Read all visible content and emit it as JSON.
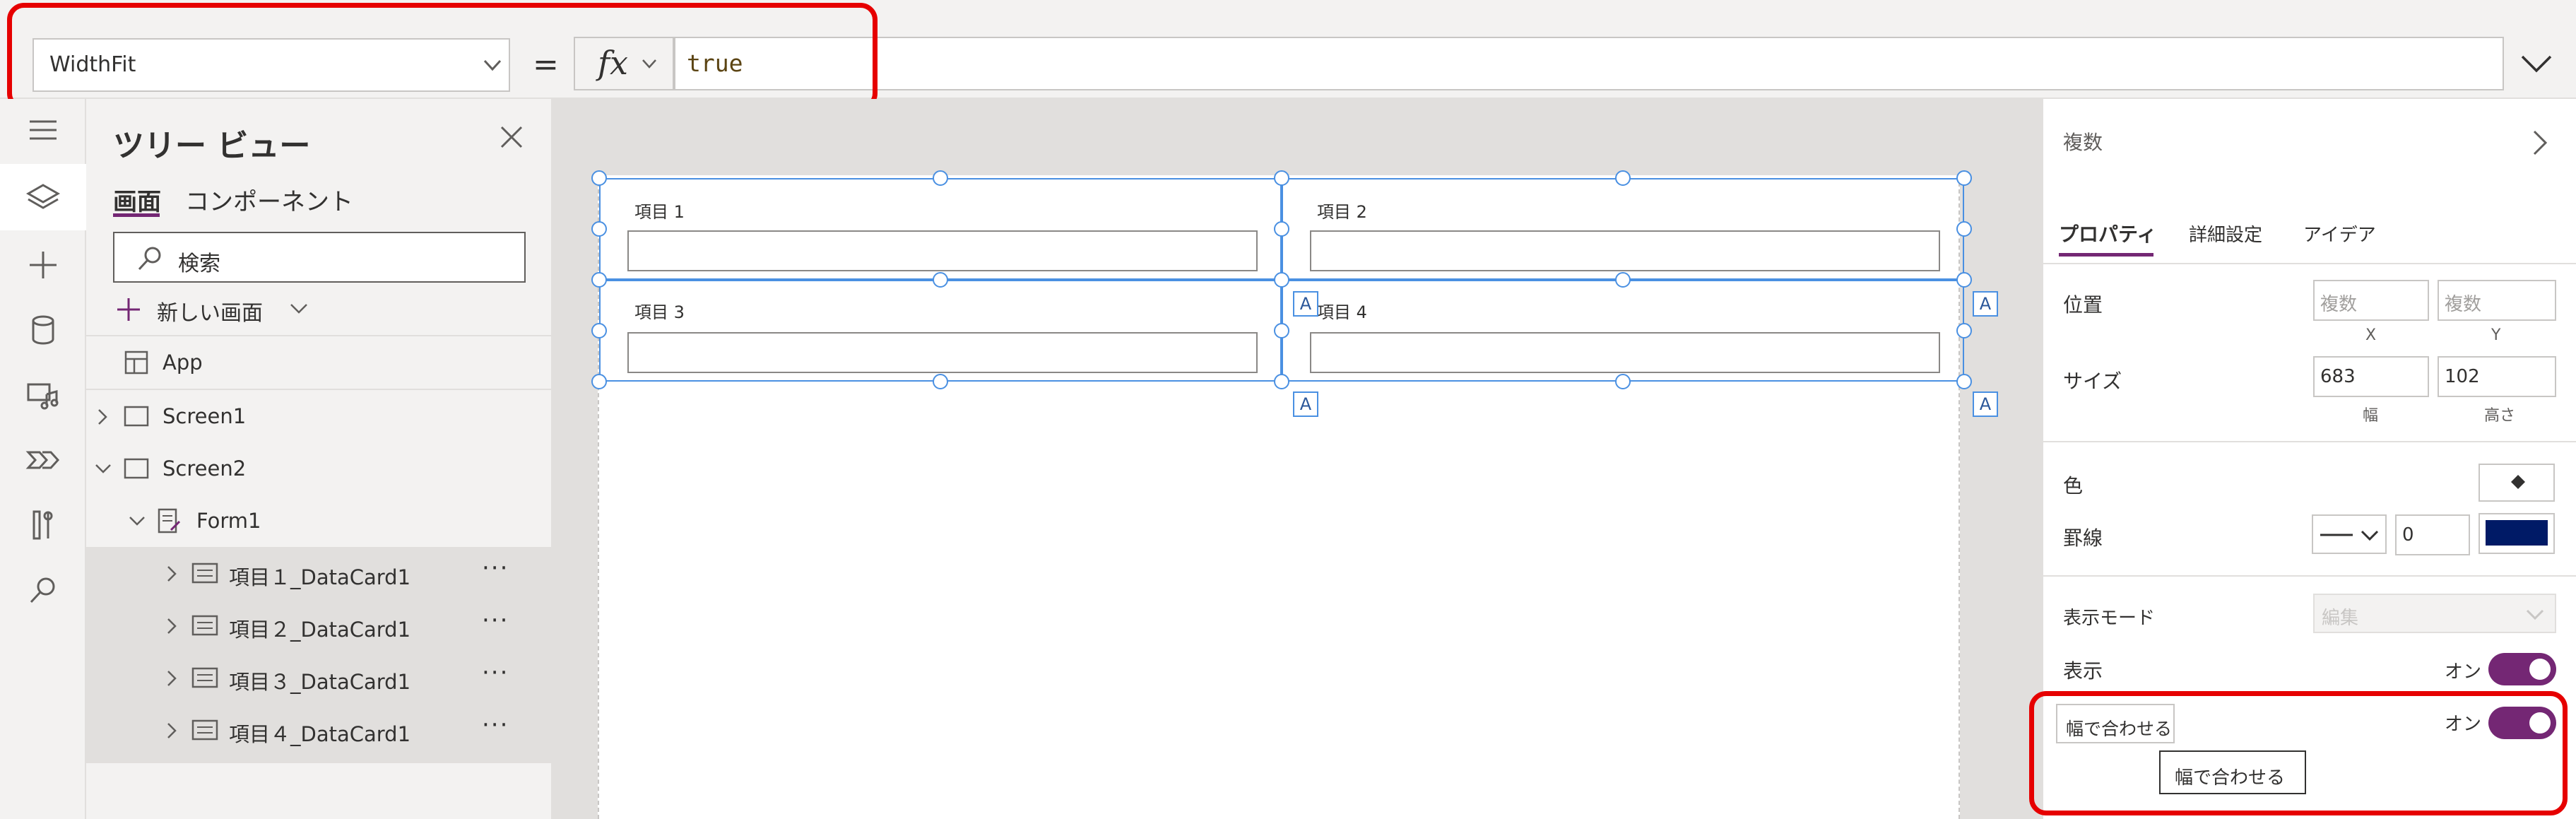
{
  "formula_bar": {
    "property": "WidthFit",
    "equals": "=",
    "fx_label": "fx",
    "formula": "true"
  },
  "left_rail": {
    "icons": [
      "hamburger-icon",
      "layers-icon",
      "plus-icon",
      "database-icon",
      "media-icon",
      "power-automate-icon",
      "tools-icon",
      "search-icon"
    ]
  },
  "tree": {
    "title": "ツリー ビュー",
    "tabs": [
      "画面",
      "コンポーネント"
    ],
    "search_placeholder": "検索",
    "new_screen": "新しい画面",
    "items": [
      {
        "label": "App"
      },
      {
        "label": "Screen1"
      },
      {
        "label": "Screen2"
      },
      {
        "label": "Form1"
      },
      {
        "label": "項目１_DataCard1"
      },
      {
        "label": "項目２_DataCard1"
      },
      {
        "label": "項目３_DataCard1"
      },
      {
        "label": "項目４_DataCard1"
      }
    ],
    "more": "···"
  },
  "canvas": {
    "cards": [
      {
        "label": "項目 1"
      },
      {
        "label": "項目 2"
      },
      {
        "label": "項目 3"
      },
      {
        "label": "項目 4"
      }
    ],
    "badge": "A"
  },
  "properties": {
    "header": "複数",
    "tabs": [
      "プロパティ",
      "詳細設定",
      "アイデア"
    ],
    "position_label": "位置",
    "position_x": "複数",
    "position_y": "複数",
    "x_hint": "X",
    "y_hint": "Y",
    "size_label": "サイズ",
    "width": "683",
    "height": "102",
    "width_hint": "幅",
    "height_hint": "高さ",
    "color_label": "色",
    "border_label": "罫線",
    "border_width": "0",
    "border_color": "#001a66",
    "display_mode_label": "表示モード",
    "display_mode_value": "編集",
    "visible_label": "表示",
    "visible_state": "オン",
    "widthfit_label": "幅で合わせる",
    "widthfit_state": "オン",
    "tooltip": "幅で合わせる"
  }
}
